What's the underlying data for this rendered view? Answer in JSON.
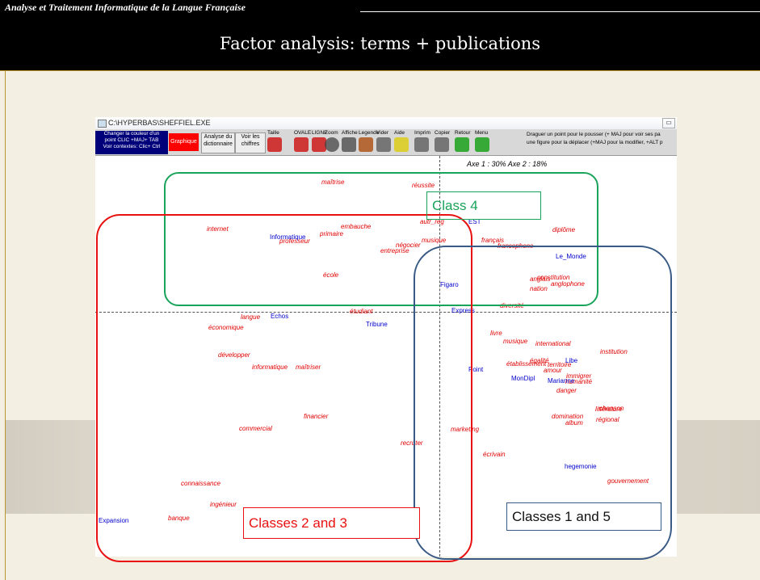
{
  "banner": {
    "org": "Analyse et Traitement Informatique de la Langue Française",
    "title": "Factor analysis: terms + publications"
  },
  "window": {
    "title": "C:\\HYPERBAS\\SHEFFIEL.EXE",
    "help_text": [
      "Changer la couleur d'un",
      "point  CLIC +MAJ+ TAB",
      "Voir contextes: Clic+ Ctrl"
    ],
    "graphique_button": "Graphique",
    "buttons": [
      "Analyse du dictionnaire",
      "Voir les chiffres"
    ],
    "tool_labels": [
      "Taille",
      "OVALE",
      "LIGNE",
      "Zoom",
      "Affiche",
      "Legende",
      "Vider",
      "Aide",
      "Imprim",
      "Copier",
      "Retour",
      "Menu"
    ],
    "tool_icons": [
      "size-icon",
      "oval-pen-icon",
      "line-pen-icon",
      "zoom-icon",
      "display-icon",
      "legend-icon",
      "trash-icon",
      "help-icon",
      "print-icon",
      "copy-icon",
      "back-icon",
      "menu-icon"
    ],
    "hint": [
      "Draguer un point pour le pousser (+ MAJ  pour voir ses pa",
      "une figure pour la déplacer (+MAJ pour la modifier, +ALT p"
    ],
    "axes_info": "Axe 1 :  30%     Axe 2 :  18%"
  },
  "terms": [
    "maîtrise",
    "réussite",
    "internet",
    "embauche",
    "primaire",
    "professeur",
    "négocier",
    "entreprise",
    "musique",
    "diplôme",
    "français",
    "francophone",
    "école",
    "anglais",
    "constitution",
    "nation",
    "anglophone",
    "étudiant",
    "diversité",
    "langue",
    "économique",
    "livre",
    "musique",
    "international",
    "institution",
    "développer",
    "égalité",
    "établissement",
    "territoire",
    "informatique",
    "maîtriser",
    "financier",
    "danger",
    "littérature",
    "chanson",
    "domination",
    "album",
    "régional",
    "commercial",
    "amour",
    "marketing",
    "recruter",
    "écrivain",
    "connaissance",
    "gouvernement",
    "ingénieur",
    "banque",
    "autr_rég",
    "immigrer",
    "humanité"
  ],
  "publications": [
    "Informatique",
    "EST",
    "Le_Monde",
    "Figaro",
    "Express",
    "Echos",
    "Tribune",
    "Libe",
    "Point",
    "MonDipl",
    "Marianne",
    "hegemonie",
    "Expansion"
  ],
  "classes": {
    "green": "Class 4",
    "red": "Classes 2 and 3",
    "blue": "Classes 1 and 5"
  },
  "colors": {
    "term": "#e00000",
    "publication": "#0000cc",
    "class4": "#1aa35a",
    "class23": "#e81010",
    "class15": "#3a5a86"
  }
}
